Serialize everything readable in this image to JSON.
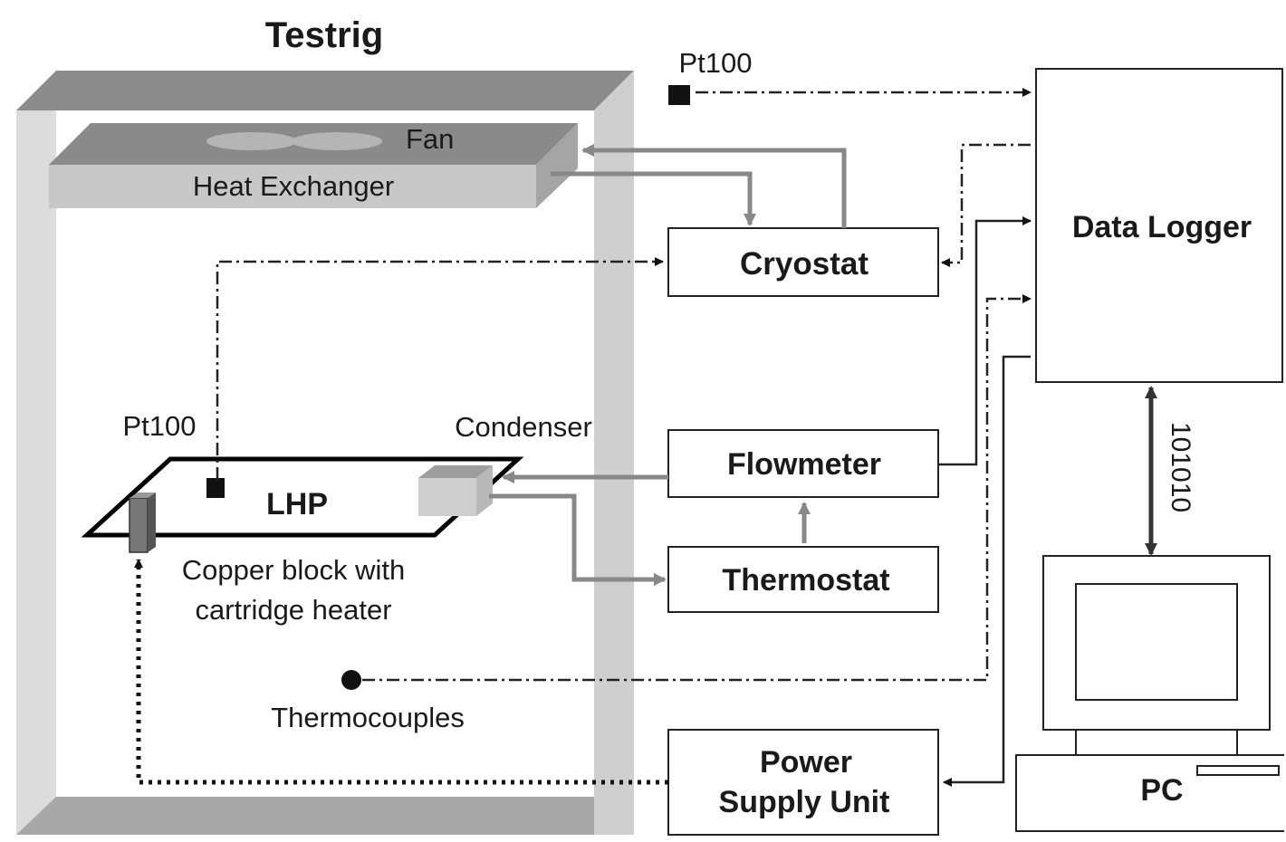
{
  "title": "Testrig",
  "labels": {
    "fan": "Fan",
    "heat_exchanger": "Heat Exchanger",
    "pt100_top": "Pt100",
    "pt100_left": "Pt100",
    "condenser": "Condenser",
    "lhp": "LHP",
    "copper_block_line1": "Copper block with",
    "copper_block_line2": "cartridge heater",
    "thermocouples": "Thermocouples",
    "data_bits": "101010"
  },
  "boxes": {
    "cryostat": "Cryostat",
    "flowmeter": "Flowmeter",
    "thermostat": "Thermostat",
    "power_supply_line1": "Power",
    "power_supply_line2": "Supply Unit",
    "data_logger": "Data Logger",
    "pc": "PC"
  }
}
